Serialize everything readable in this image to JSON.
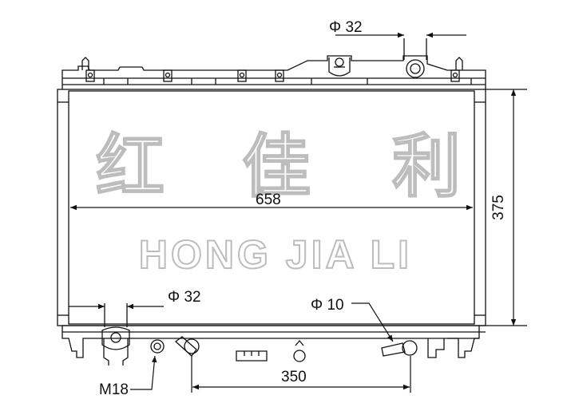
{
  "watermark": {
    "chinese": [
      "红",
      "佳",
      "利"
    ],
    "english": "HONG JIA LI"
  },
  "dimensions": {
    "inlet_diameter": "Φ 32",
    "outlet_diameter": "Φ 32",
    "core_width": "658",
    "core_height": "375",
    "small_port_diameter": "Φ 10",
    "thread": "M18",
    "port_spacing": "350"
  }
}
